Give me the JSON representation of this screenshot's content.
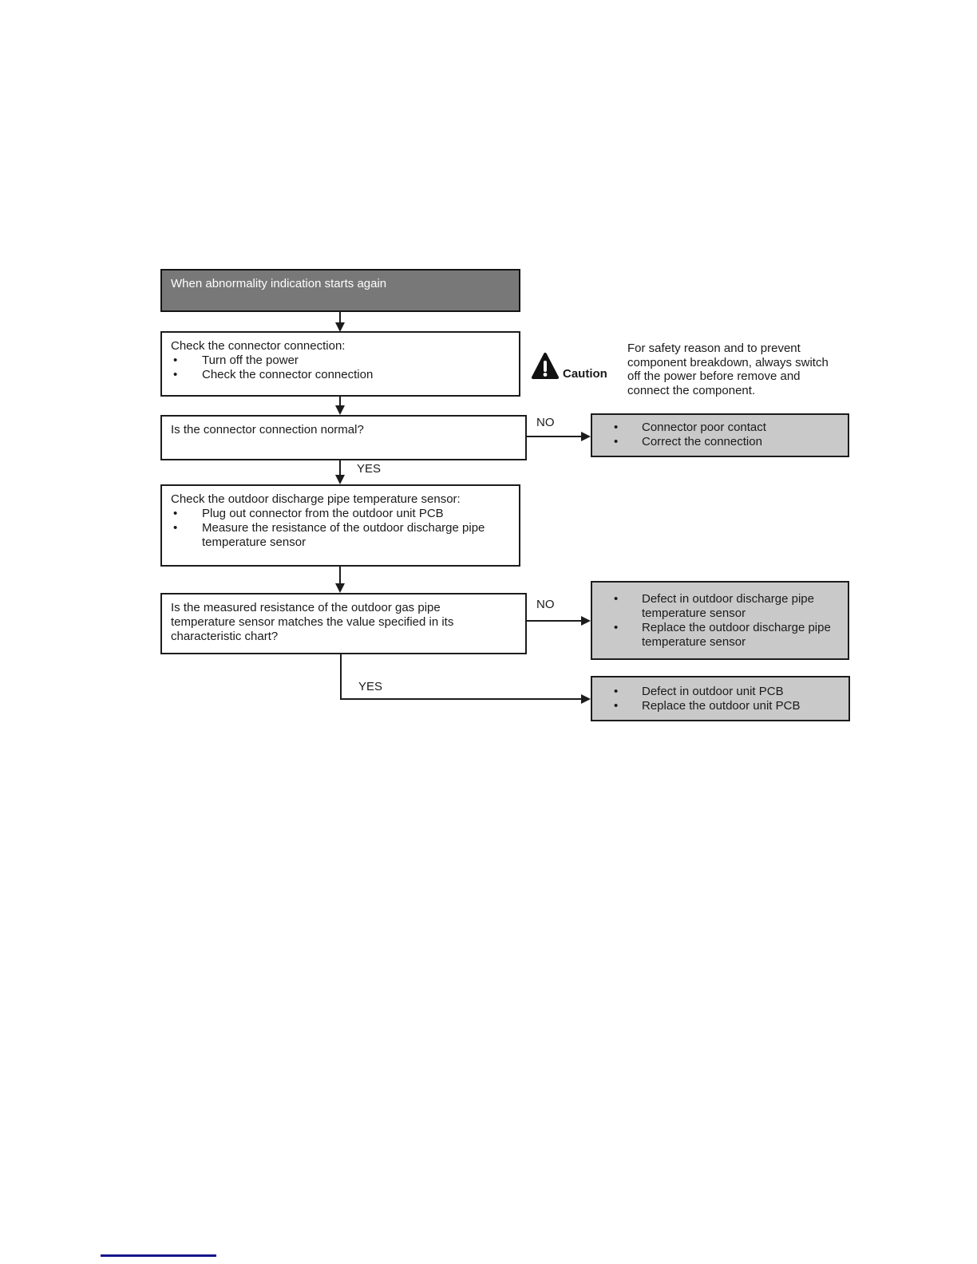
{
  "colors": {
    "start_box_fill": "#787878",
    "result_box_fill": "#c9c9c9",
    "line_color": "#1c1c1c",
    "bottom_rule_color": "#14148c"
  },
  "flowchart": {
    "start": {
      "label": "When abnormality indication starts again"
    },
    "process1": {
      "title": "Check the connector connection:",
      "bullets": [
        "Turn off the power",
        "Check the connector connection"
      ]
    },
    "caution": {
      "label": "Caution",
      "text": "For safety reason and to prevent component breakdown, always switch off the power before remove and connect the component."
    },
    "decision1": {
      "question": "Is the connector connection normal?",
      "no_label": "NO",
      "yes_label": "YES"
    },
    "result1": {
      "bullets": [
        "Connector poor contact",
        "Correct the connection"
      ]
    },
    "process2": {
      "title": "Check the outdoor discharge pipe temperature sensor:",
      "bullets": [
        "Plug out connector from the outdoor unit PCB",
        "Measure the resistance of the outdoor discharge pipe temperature sensor"
      ]
    },
    "decision2": {
      "question": "Is the measured resistance of the outdoor gas pipe temperature sensor matches the value specified in its characteristic chart?",
      "no_label": "NO",
      "yes_label": "YES"
    },
    "result2": {
      "bullets": [
        "Defect in outdoor discharge pipe temperature sensor",
        "Replace the outdoor discharge pipe temperature sensor"
      ]
    },
    "result3": {
      "bullets": [
        "Defect in outdoor unit PCB",
        "Replace the outdoor unit PCB"
      ]
    }
  }
}
